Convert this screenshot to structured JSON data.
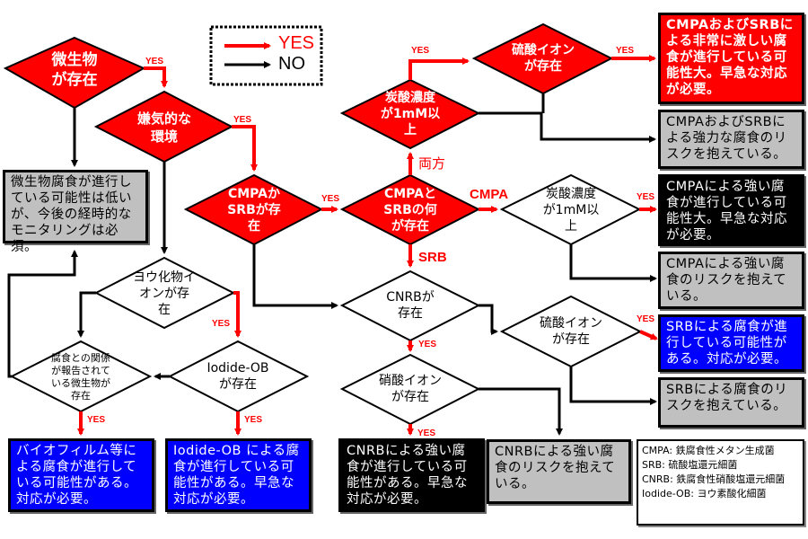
{
  "legend": {
    "yes_label": "YES",
    "no_label": "NO",
    "yes_color": "#ff0000",
    "no_color": "#000000"
  },
  "colors": {
    "decision_red": "#ff0000",
    "outcome_blue": "#0000ff",
    "outcome_gray": "#c0c0c0",
    "outcome_black": "#000000"
  },
  "decisions": {
    "microbes_present": "微生物\nが存在",
    "anaerobic_env": "嫌気的な\n環境",
    "cmpa_or_srb": "CMPAか\nSRBが存\n在",
    "cmpa_srb_which": "CMPAと\nSRBの何\nが存在",
    "carbonate_both": "炭酸濃度\nが1mM以\n上",
    "sulfate_both": "硫酸イオン\nが存在",
    "carbonate_cmpa": "炭酸濃度\nが1mM以\n上",
    "cnrb_present": "CNRBが\n存在",
    "sulfate_srb": "硫酸イオン\nが存在",
    "nitrate_present": "硝酸イオン\nが存在",
    "iodide_present": "ヨウ化物イ\nオンが存\n在",
    "iodide_ob_present": "Iodide-OB\nが存在",
    "corrosion_related": "腐食との関係\nが報告されて\nいる微生物が\n存在"
  },
  "edge_labels": {
    "yes": "YES",
    "both": "両方",
    "cmpa": "CMPA",
    "srb": "SRB"
  },
  "outcomes": {
    "cmpa_srb_severe": "CMPAおよびSRBによる非常に激しい腐食が進行している可能性大。早急な対応が必要。",
    "cmpa_srb_risk": "CMPAおよびSRBによる強力な腐食のリスクを抱えている。",
    "low_possibility": "微生物腐食が進行している可能性は低いが、今後の経時的なモニタリングは必須。",
    "cmpa_strong": "CMPAによる強い腐食が進行している可能性大。早急な対応が必要。",
    "cmpa_risk": "CMPAによる強い腐食のリスクを抱えている。",
    "srb_progress": "SRBによる腐食が進行している可能性がある。対応が必要。",
    "srb_risk": "SRBによる腐食のリスクを抱えている。",
    "biofilm": "バイオフィルム等による腐食が進行している可能性がある。対応が必要。",
    "iodide_ob": "Iodide-OB による腐食が進行している可能性がある。早急な対応が必要。",
    "cnrb_strong": "CNRBによる強い腐食が進行している可能性がある。早急な対応が必要。",
    "cnrb_risk": "CNRBによる強い腐食のリスクを抱えている。"
  },
  "glossary": [
    "CMPA: 鉄腐食性メタン生成菌",
    "SRB: 硫酸塩還元細菌",
    "CNRB: 鉄腐食性硝酸塩還元細菌",
    "Iodide-OB: ヨウ素酸化細菌"
  ]
}
